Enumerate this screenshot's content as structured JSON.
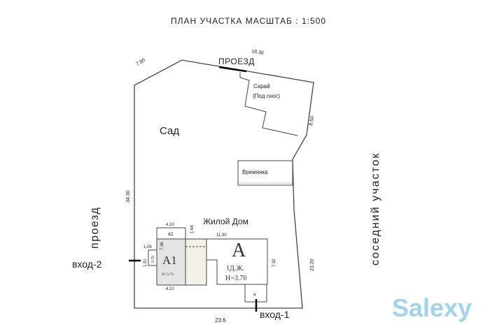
{
  "title": "ПЛАН УЧАСТКА МАСШТАБ : 1:500",
  "labels": {
    "proezd_top": "ПРОЕЗД",
    "proezd_left": "проезд",
    "neighbor": "соседний участок",
    "garden": "Сад",
    "shed": "Сарай",
    "shed_note": "(Под снос)",
    "temp_house": "Времянка",
    "house": "Жилой Дом",
    "entrance_1": "вход-1",
    "entrance_2": "вход-2",
    "a1_letter": "A1",
    "a1_height": "H=3.70",
    "a_letter": "A",
    "a_type": "1Д.Ж.",
    "a_height": "H=3.70",
    "porch_a1": "a1",
    "porch_a": "a"
  },
  "dimensions": {
    "top_left": "7.80",
    "top": "18.30",
    "right_upper": "8.50",
    "left": "34.30",
    "right_lower": "23.20",
    "bottom": "23.6",
    "a1_top": "4.10",
    "a1_bottom": "4.10",
    "a1_side": "7.36",
    "gap": "1.64",
    "a_top": "11.30",
    "a_side": "7.32",
    "porch_w": "1.08",
    "porch_h": "1.91",
    "porch_inner": "0.70"
  },
  "watermark": "Salexy",
  "colors": {
    "watermark": "#9fd3f0",
    "a1_fill": "#e4e4e4",
    "mid_fill": "#f3f1e6"
  }
}
